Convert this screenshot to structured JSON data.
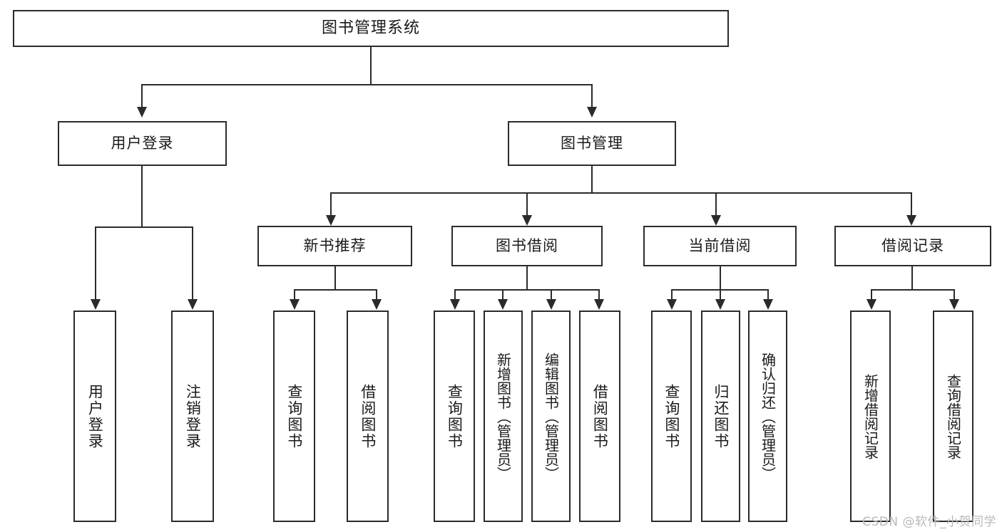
{
  "diagram": {
    "title": "图书管理系统",
    "type": "hierarchy-tree",
    "watermark": "CSDN @软件_小贺同学",
    "colors": {
      "stroke": "#2b2b2b",
      "fill": "#ffffff",
      "text": "#1a1a1a",
      "watermark": "#b9b9b9"
    },
    "nodes": {
      "root": "图书管理系统",
      "level2": [
        "用户登录",
        "图书管理"
      ],
      "level3": [
        "新书推荐",
        "图书借阅",
        "当前借阅",
        "借阅记录"
      ],
      "leaves": {
        "user_login": [
          "用户登录",
          "注销登录"
        ],
        "new_book": [
          "查询图书",
          "借阅图书"
        ],
        "book_borrow": [
          "查询图书",
          "新增图书（管理员）",
          "编辑图书（管理员）",
          "借阅图书"
        ],
        "current_borrow": [
          "查询图书",
          "归还图书",
          "确认归还（管理员）"
        ],
        "borrow_record": [
          "新增借阅记录",
          "查询借阅记录"
        ]
      }
    }
  }
}
